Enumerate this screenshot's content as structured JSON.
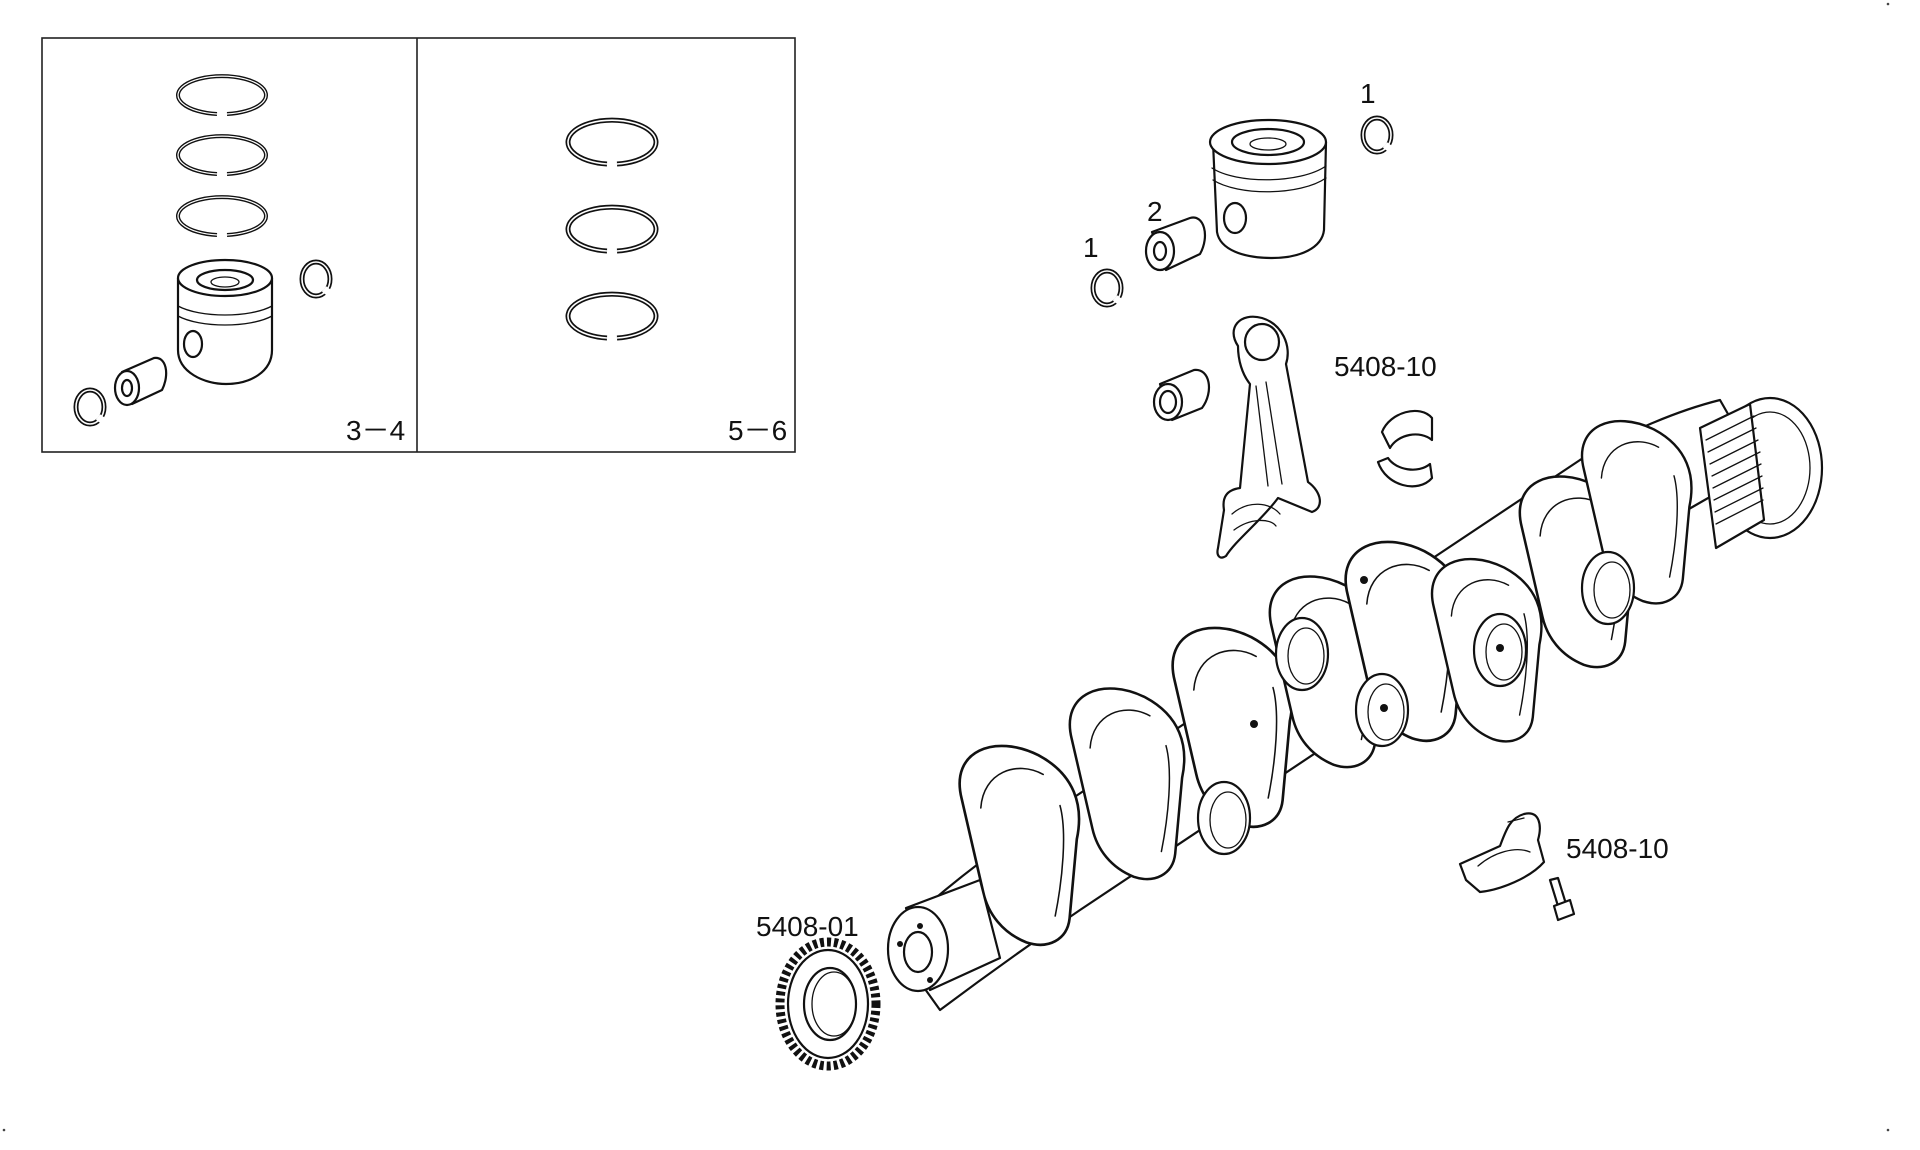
{
  "inset_labels": {
    "panel_a": "3－4",
    "panel_b": "5－6"
  },
  "callouts": {
    "circlip_top": "1",
    "circlip_left": "1",
    "piston_pin": "2",
    "conrod_bearing": "5408-10",
    "main_bearing_cap": "5408-10",
    "crank_gear": "5408-01"
  }
}
